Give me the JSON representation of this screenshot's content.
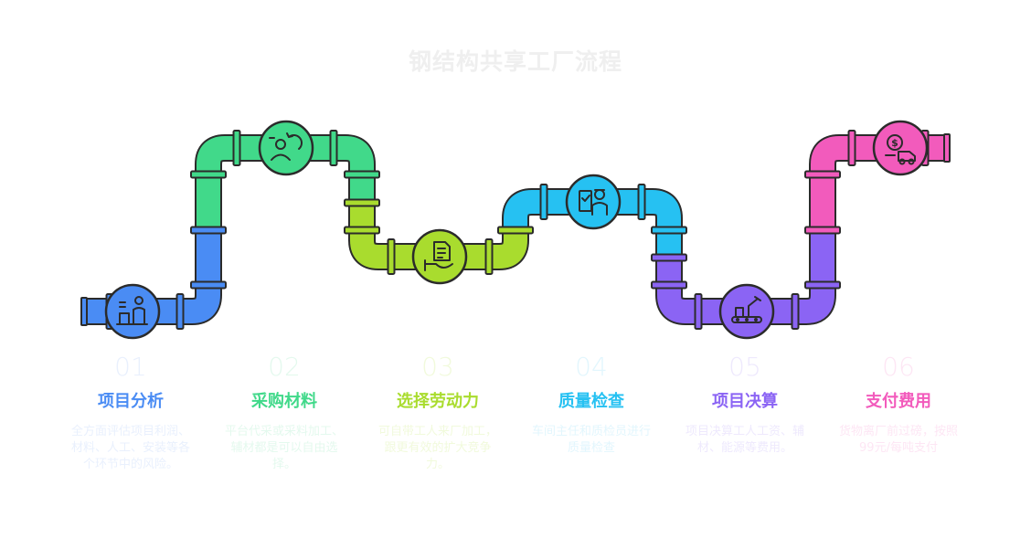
{
  "title": "钢结构共享工厂流程",
  "colors": {
    "outline": "#2b2b2b",
    "blue": "#4a8cf4",
    "green": "#41d98a",
    "lime": "#a9dc2e",
    "cyan": "#26c1f2",
    "purple": "#8b64f4",
    "pink": "#f25bbc"
  },
  "steps": [
    {
      "num": "01",
      "label": "项目分析",
      "desc": "全方面评估项目利润、材料、人工、安装等各个环节中的风险。",
      "color": "#4a8cf4",
      "num_color": "#e9f0fd",
      "desc_color": "#e9f0fd",
      "icon": "analysis-icon"
    },
    {
      "num": "02",
      "label": "采购材料",
      "desc": "平台代采或采料加工、辅材都是可以自由选择。",
      "color": "#41d98a",
      "num_color": "#e4f9ee",
      "desc_color": "#e4f9ee",
      "icon": "procurement-icon"
    },
    {
      "num": "03",
      "label": "选择劳动力",
      "desc": "可自带工人来厂加工，跟更有效的扩大竞争力。",
      "color": "#a9dc2e",
      "num_color": "#f1fadc",
      "desc_color": "#f1fadc",
      "icon": "document-hand-icon"
    },
    {
      "num": "04",
      "label": "质量检查",
      "desc": "车间主任和质检员进行质量检查",
      "color": "#26c1f2",
      "num_color": "#e2f6fd",
      "desc_color": "#e2f6fd",
      "icon": "inspector-icon"
    },
    {
      "num": "05",
      "label": "项目决算",
      "desc": "项目决算工人工资、辅材、能源等费用。",
      "color": "#8b64f4",
      "num_color": "#eee9fd",
      "desc_color": "#eee9fd",
      "icon": "conveyor-robot-icon"
    },
    {
      "num": "06",
      "label": "支付费用",
      "desc": "货物离厂前过磅，按照99元/每吨支付",
      "color": "#f25bbc",
      "num_color": "#fde6f4",
      "desc_color": "#fde6f4",
      "icon": "payment-truck-icon"
    }
  ]
}
